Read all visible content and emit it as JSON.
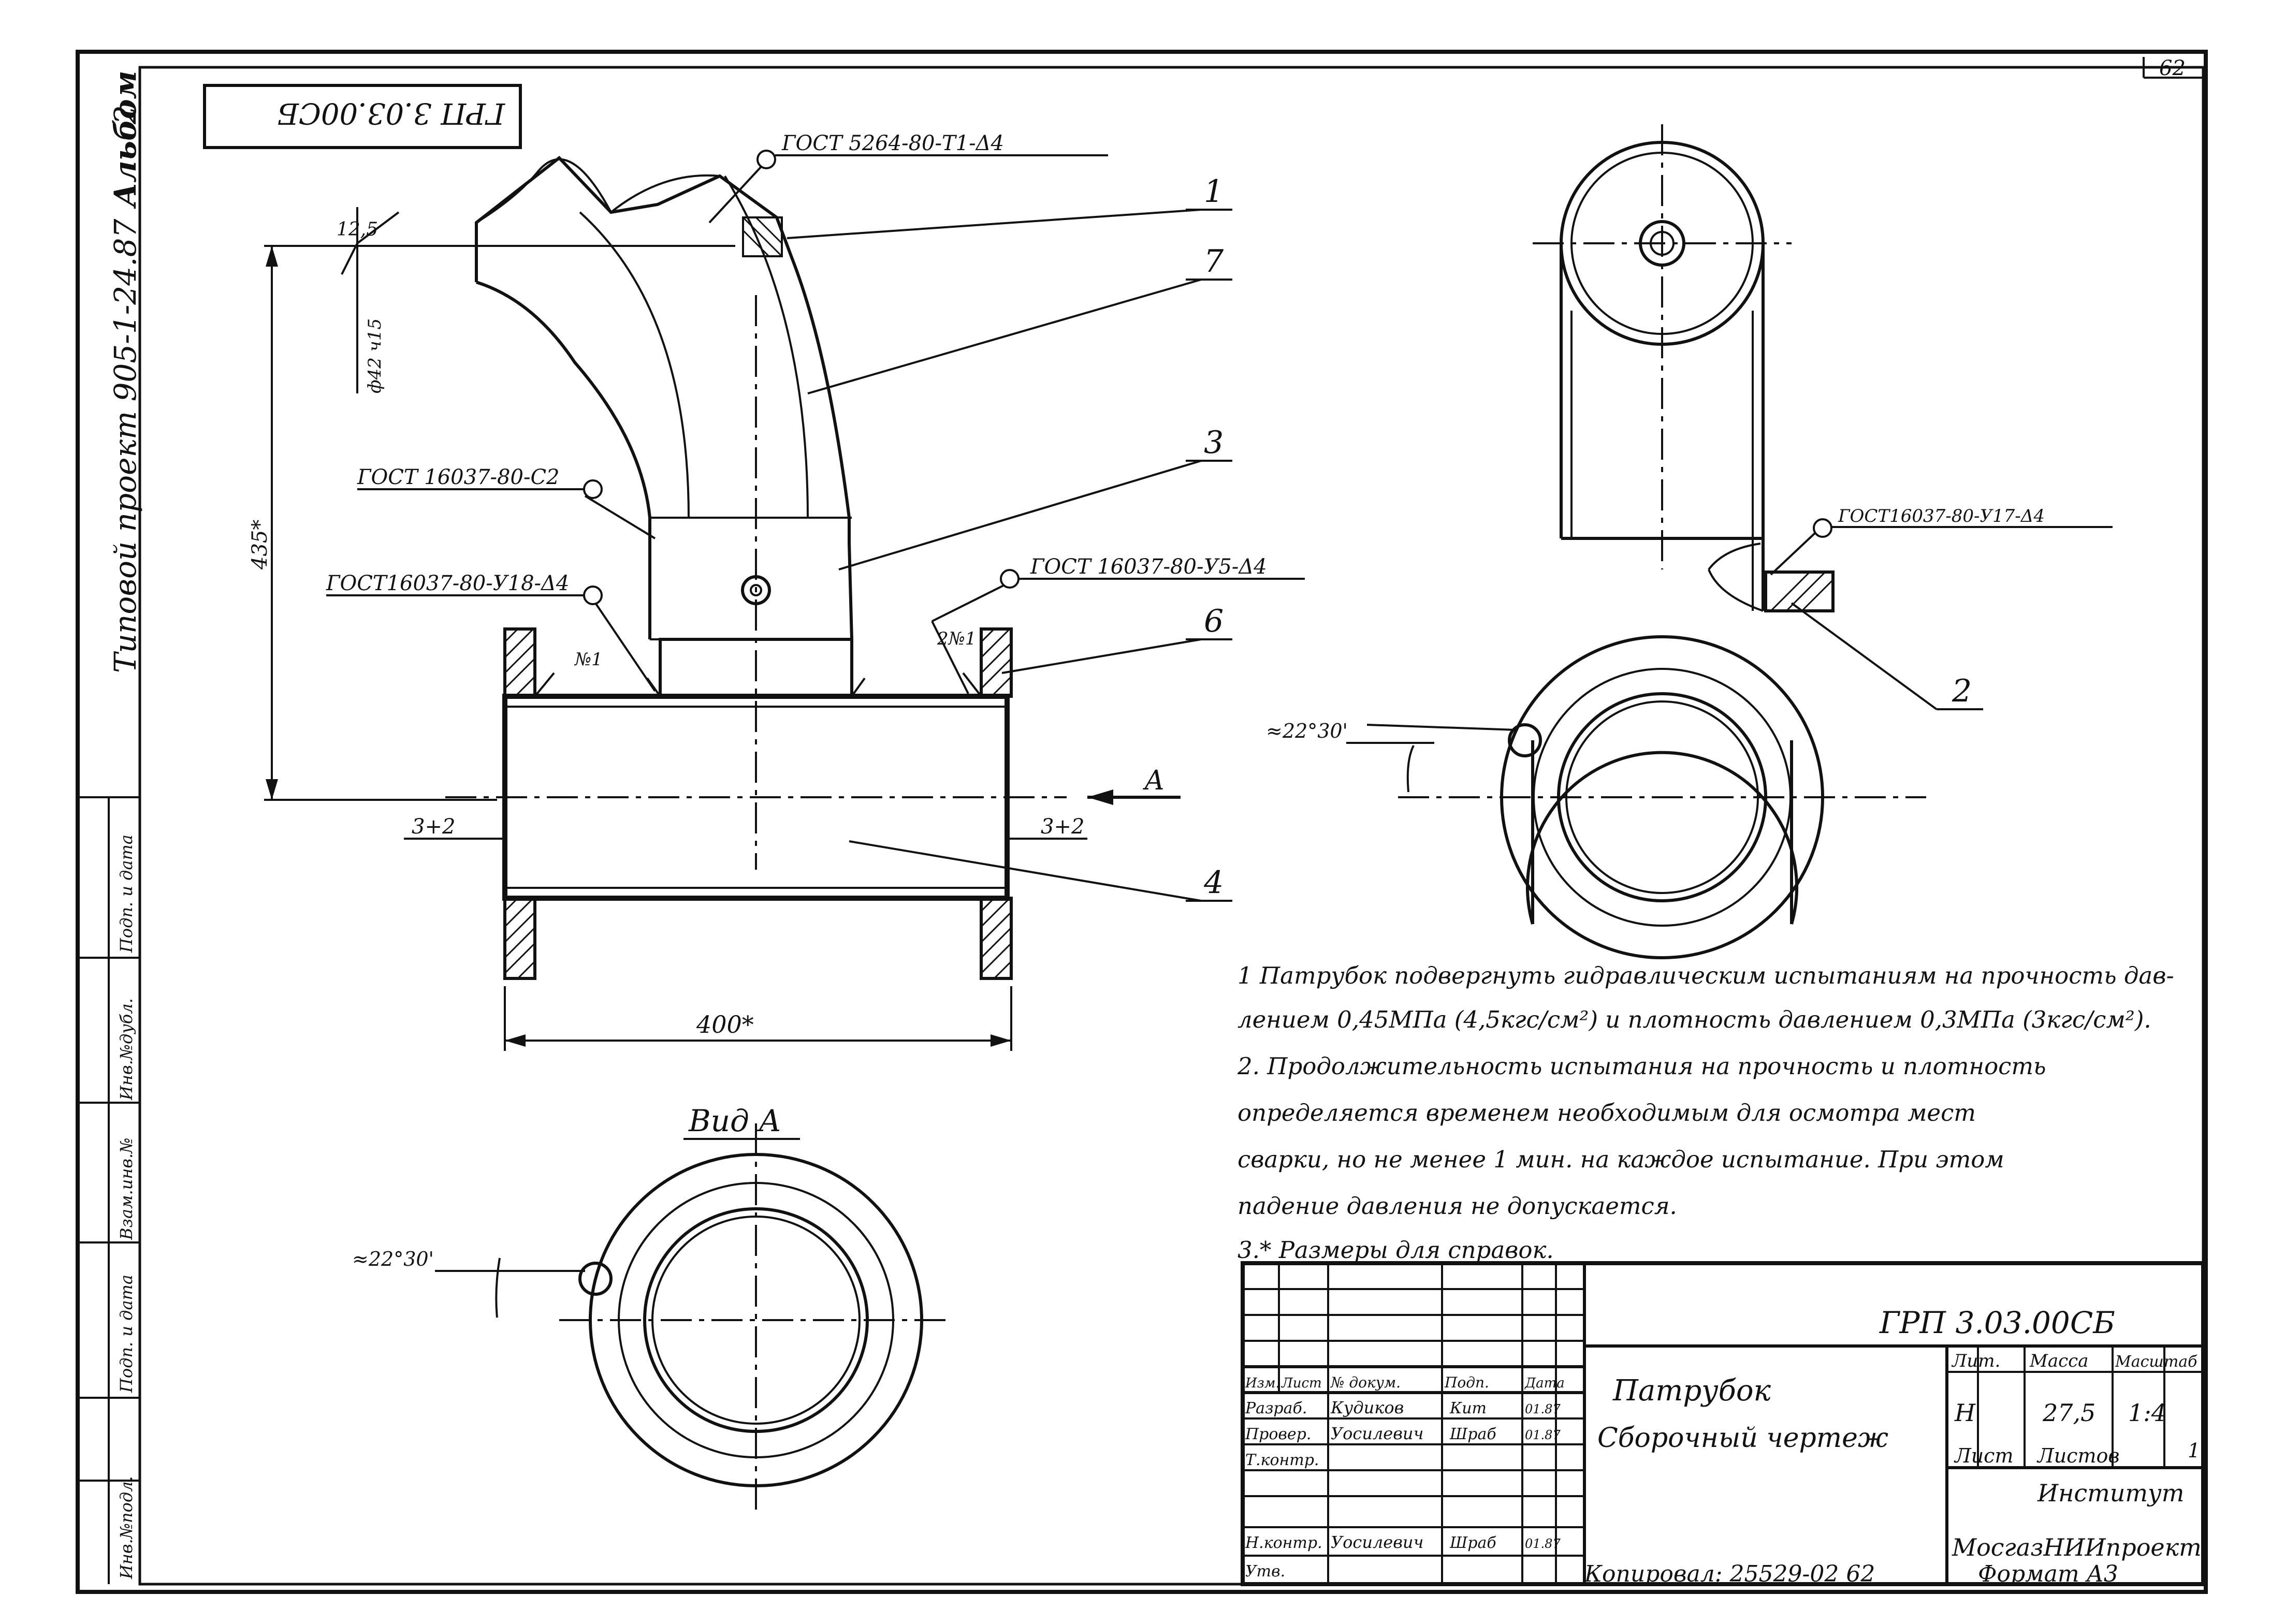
{
  "sheet_number": "62",
  "side_strip": {
    "project": "Типовой проект 905-1-24.87",
    "album": "Альбом",
    "album_number": "2"
  },
  "stamp_code_rotated": "ГРП 3.03.00СБ",
  "left_strip_labels": [
    "Подп. и дата",
    "Инв.№дубл.",
    "Взам.инв.№",
    "Подп. и дата",
    "Инв.№подл."
  ],
  "views": {
    "view_a_title": "Вид А",
    "arrow_label": "А"
  },
  "weld_labels": {
    "top": "ГОСТ 5264-80-Т1-Δ4",
    "left_middle": "ГОСТ 16037-80-С2",
    "left_lower": "ГОСТ16037-80-У18-Δ4",
    "right_lower": "ГОСТ 16037-80-У5-Δ4",
    "side_view": "ГОСТ16037-80-У17-Δ4",
    "n1_left": "№1",
    "n1_right": "2№1"
  },
  "dimensions": {
    "roughness": "12,5",
    "diameter": "ф42 ч15",
    "height": "435*",
    "gap_left": "3+2",
    "gap_right": "3+2",
    "length": "400*",
    "angle_side": "≈22°30'",
    "angle_view_a": "≈22°30'"
  },
  "part_callouts": [
    "1",
    "7",
    "3",
    "6",
    "4",
    "2"
  ],
  "notes": [
    "1 Патрубок подвергнуть гидравлическим испытаниям на прочность дав-",
    "лением 0,45МПа (4,5кгс/см²) и плотность давлением 0,3МПа (3кгс/см²).",
    "2. Продолжительность испытания на прочность и плотность",
    "определяется временем необходимым для осмотра мест",
    "сварки, но не менее 1 мин. на каждое испытание. При этом",
    "падение давления не допускается.",
    "3.* Размеры для справок."
  ],
  "title_block": {
    "document_code": "ГРП 3.03.00СБ",
    "part_name": "Патрубок",
    "drawing_type": "Сборочный чертеж",
    "headers": {
      "izm": "Изм.",
      "list": "Лист",
      "doc": "№ докум.",
      "sign": "Подп.",
      "date": "Дата"
    },
    "rows": [
      {
        "role": "Разраб.",
        "name": "Кудиков",
        "sign": "Кит",
        "date": "01.87"
      },
      {
        "role": "Провер.",
        "name": "Уосилевич",
        "sign": "Шраб",
        "date": "01.87"
      },
      {
        "role": "Т.контр.",
        "name": "",
        "sign": "",
        "date": ""
      },
      {
        "role": "Н.контр.",
        "name": "Уосилевич",
        "sign": "Шраб",
        "date": "01.87"
      },
      {
        "role": "Утв.",
        "name": "",
        "sign": "",
        "date": ""
      }
    ],
    "lit_header": "Лит.",
    "mass_header": "Масса",
    "scale_header": "Масштаб",
    "lit": "Н",
    "mass": "27,5",
    "scale": "1:4",
    "sheet_label": "Лист",
    "sheets_label": "Листов",
    "sheets_count": "1",
    "institute_line1": "Институт",
    "institute_line2": "МосгазНИИпроект"
  },
  "footer": {
    "copied": "Копировал: 25529-02 62",
    "format": "Формат А3"
  }
}
